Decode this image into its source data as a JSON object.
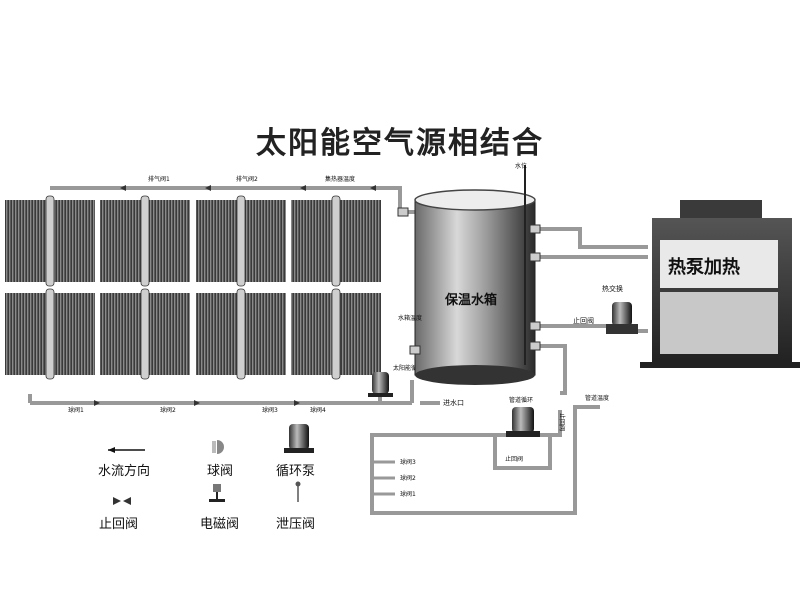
{
  "title": "太阳能空气源相结合",
  "tank": {
    "label": "保温水箱",
    "water_level_label": "水位",
    "temp_sensor_label": "水箱温度"
  },
  "heat_pump": {
    "label": "热泵加热"
  },
  "top_pipe_labels": [
    "排气阀1",
    "排气阀2",
    "集热器温度"
  ],
  "bottom_valve_labels": [
    "球阀1",
    "球阀2",
    "球阀3",
    "球阀4"
  ],
  "solar_pump_label": "太阳能循环泵",
  "inlet_label": "进水口",
  "heat_exchange_label": "热交换",
  "check_valve_label": "止回阀",
  "pipe_temp_label": "管道温度",
  "circ_pump_label": "管道循环",
  "bottom_check_valve_label": "止回阀",
  "outlet_valve_labels": [
    "球阀3",
    "球阀2",
    "球阀1"
  ],
  "vertical_valve_label": "止回阀",
  "legend": {
    "flow": "水流方向",
    "ball_valve": "球阀",
    "pump": "循环泵",
    "check_valve": "止回阀",
    "solenoid_valve": "电磁阀",
    "relief_valve": "泄压阀"
  }
}
